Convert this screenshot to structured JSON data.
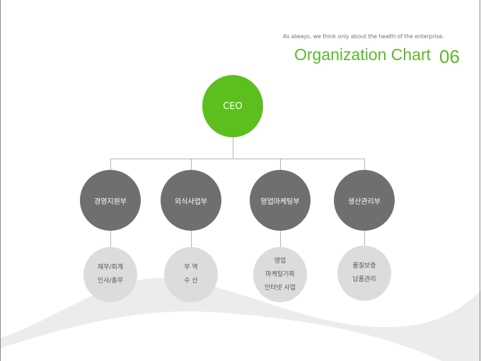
{
  "header": {
    "tagline": "As always, we think only about the health of the enterprise.",
    "title": "Organization Chart",
    "page_number": "06"
  },
  "ceo": {
    "label": "CEO"
  },
  "departments": [
    {
      "label": "경영지원부",
      "sub": [
        "재무/회계",
        "인사/총무"
      ]
    },
    {
      "label": "외식사업부",
      "sub": [
        "무 역",
        "수 산"
      ]
    },
    {
      "label": "영업마케팅부",
      "sub": [
        "영업",
        "마케팅기획",
        "인터넷 사업"
      ]
    },
    {
      "label": "생산관리부",
      "sub": [
        "품질보증",
        "납품관리"
      ]
    }
  ],
  "colors": {
    "accent": "#5cbf1e",
    "dept": "#6f6f6f",
    "sub": "#dcdcdc"
  }
}
